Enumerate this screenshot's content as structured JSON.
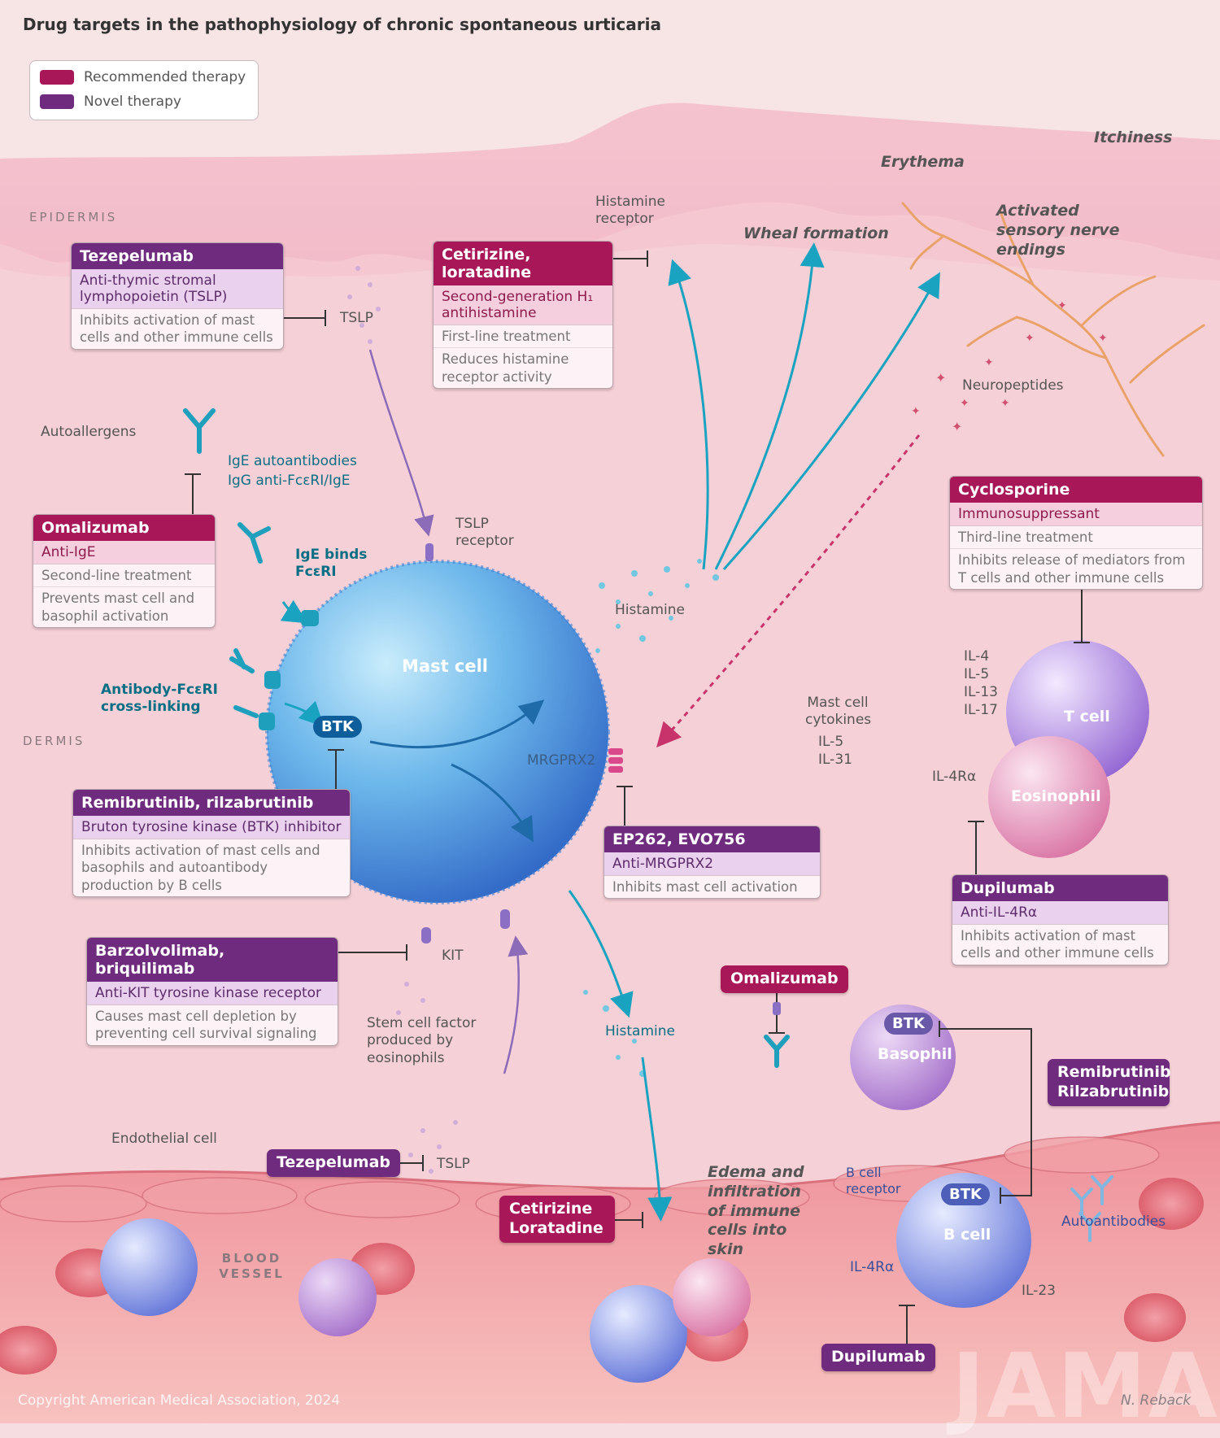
{
  "title": "Drug targets in the pathophysiology of chronic spontaneous urticaria",
  "legend": {
    "recommended": "Recommended therapy",
    "novel": "Novel therapy",
    "recommended_color": "#a81757",
    "novel_color": "#6f2b7e"
  },
  "regions": {
    "epidermis": "EPIDERMIS",
    "dermis": "DERMIS",
    "blood_vessel": "BLOOD VESSEL"
  },
  "symptoms": {
    "itchiness": "Itchiness",
    "erythema": "Erythema",
    "wheal": "Wheal formation",
    "sensory": "Activated sensory nerve endings",
    "edema": "Edema and infiltration of immune cells into skin"
  },
  "labels": {
    "histamine_receptor": "Histamine receptor",
    "tslp": "TSLP",
    "neuropeptides": "Neuropeptides",
    "autoallergens": "Autoallergens",
    "ige_auto": "IgE autoantibodies",
    "igg_auto": "IgG anti-FcεRI/IgE",
    "tslp_receptor": "TSLP receptor",
    "ige_binds": "IgE binds FcεRI",
    "histamine": "Histamine",
    "mast_cell": "Mast cell",
    "antibody_cross": "Antibody-FcεRI cross-linking",
    "btk": "BTK",
    "mrgprx2": "MRGPRX2",
    "mast_cytokines": "Mast cell cytokines",
    "il5": "IL-5",
    "il31": "IL-31",
    "il_list": "IL-4 IL-5 IL-13 IL-17",
    "t_cell": "T cell",
    "il4ra": "IL-4Rα",
    "eosinophil": "Eosinophil",
    "kit": "KIT",
    "stem_cell": "Stem cell factor produced by eosinophils",
    "histamine2": "Histamine",
    "basophil": "Basophil",
    "endothelial": "Endothelial cell",
    "tslp2": "TSLP",
    "b_cell_receptor": "B cell receptor",
    "b_cell": "B cell",
    "autoantibodies": "Autoantibodies",
    "il4ra2": "IL-4Rα",
    "il23": "IL-23"
  },
  "boxes": {
    "tezepelumab": {
      "header": "Tezepelumab",
      "sub": "Anti-thymic stromal lymphopoietin (TSLP)",
      "desc": "Inhibits activation of mast cells and other immune cells"
    },
    "cetirizine": {
      "header": "Cetirizine, loratadine",
      "sub": "Second-generation H₁ antihistamine",
      "line": "First-line treatment",
      "desc": "Reduces histamine receptor activity"
    },
    "omalizumab": {
      "header": "Omalizumab",
      "sub": "Anti-IgE",
      "line": "Second-line treatment",
      "desc": "Prevents mast cell and basophil activation"
    },
    "cyclosporine": {
      "header": "Cyclosporine",
      "sub": "Immunosuppressant",
      "line": "Third-line treatment",
      "desc": "Inhibits release of mediators from T cells and other immune cells"
    },
    "remibrutinib": {
      "header": "Remibrutinib, rilzabrutinib",
      "sub": "Bruton tyrosine kinase (BTK) inhibitor",
      "desc": "Inhibits activation of mast cells and basophils and autoantibody production by B cells"
    },
    "ep262": {
      "header": "EP262, EVO756",
      "sub": "Anti-MRGPRX2",
      "desc": "Inhibits mast cell activation"
    },
    "dupilumab": {
      "header": "Dupilumab",
      "sub": "Anti-IL-4Rα",
      "desc": "Inhibits activation of mast cells and other immune cells"
    },
    "barzolvolimab": {
      "header": "Barzolvolimab, briquilimab",
      "sub": "Anti-KIT tyrosine kinase receptor",
      "desc": "Causes mast cell depletion by preventing cell survival signaling"
    }
  },
  "pills": {
    "omalizumab": "Omalizumab",
    "tezepelumab": "Tezepelumab",
    "cetirizine": "Cetirizine Loratadine",
    "remibrutinib": "Remibrutinib Rilzabrutinib",
    "dupilumab": "Dupilumab"
  },
  "footer": {
    "copyright": "Copyright American Medical Association, 2024",
    "logo": "JAMA",
    "signature": "N. Reback"
  }
}
